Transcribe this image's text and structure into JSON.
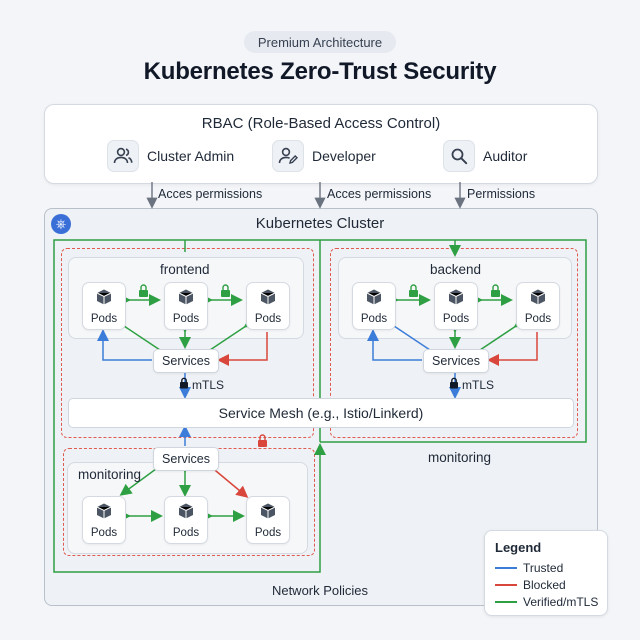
{
  "badge": "Premium Architecture",
  "title": "Kubernetes Zero-Trust Security",
  "rbac": {
    "title": "RBAC (Role-Based Access Control)",
    "roles": [
      {
        "label": "Cluster Admin",
        "icon": "users-icon"
      },
      {
        "label": "Developer",
        "icon": "user-edit-icon"
      },
      {
        "label": "Auditor",
        "icon": "search-icon"
      }
    ],
    "permissions": [
      "Acces permissions",
      "Acces permissions",
      "Permissions"
    ]
  },
  "cluster": {
    "title": "Kubernetes Cluster",
    "logo": "kubernetes-icon",
    "frontend": {
      "label": "frontend",
      "pods": [
        "Pods",
        "Pods",
        "Pods"
      ],
      "services": "Services",
      "mtls": "mTLS"
    },
    "backend": {
      "label": "backend",
      "pods": [
        "Pods",
        "Pods",
        "Pods"
      ],
      "services": "Services",
      "mtls": "mTLS"
    },
    "mesh": "Service Mesh (e.g., Istio/Linkerd)",
    "monitoring_right": "monitoring",
    "monitoring": {
      "label": "monitoring",
      "pods": [
        "Pods",
        "Pods",
        "Pods"
      ],
      "services": "Services"
    },
    "network_policies": "Network Policies"
  },
  "legend": {
    "title": "Legend",
    "items": [
      {
        "label": "Trusted",
        "color": "#3b7dd8"
      },
      {
        "label": "Blocked",
        "color": "#d9473c"
      },
      {
        "label": "Verified/mTLS",
        "color": "#2ea043"
      }
    ]
  },
  "colors": {
    "trusted": "#3b7dd8",
    "blocked": "#d9473c",
    "verified": "#2ea043",
    "dashed": "#e05a4e"
  }
}
